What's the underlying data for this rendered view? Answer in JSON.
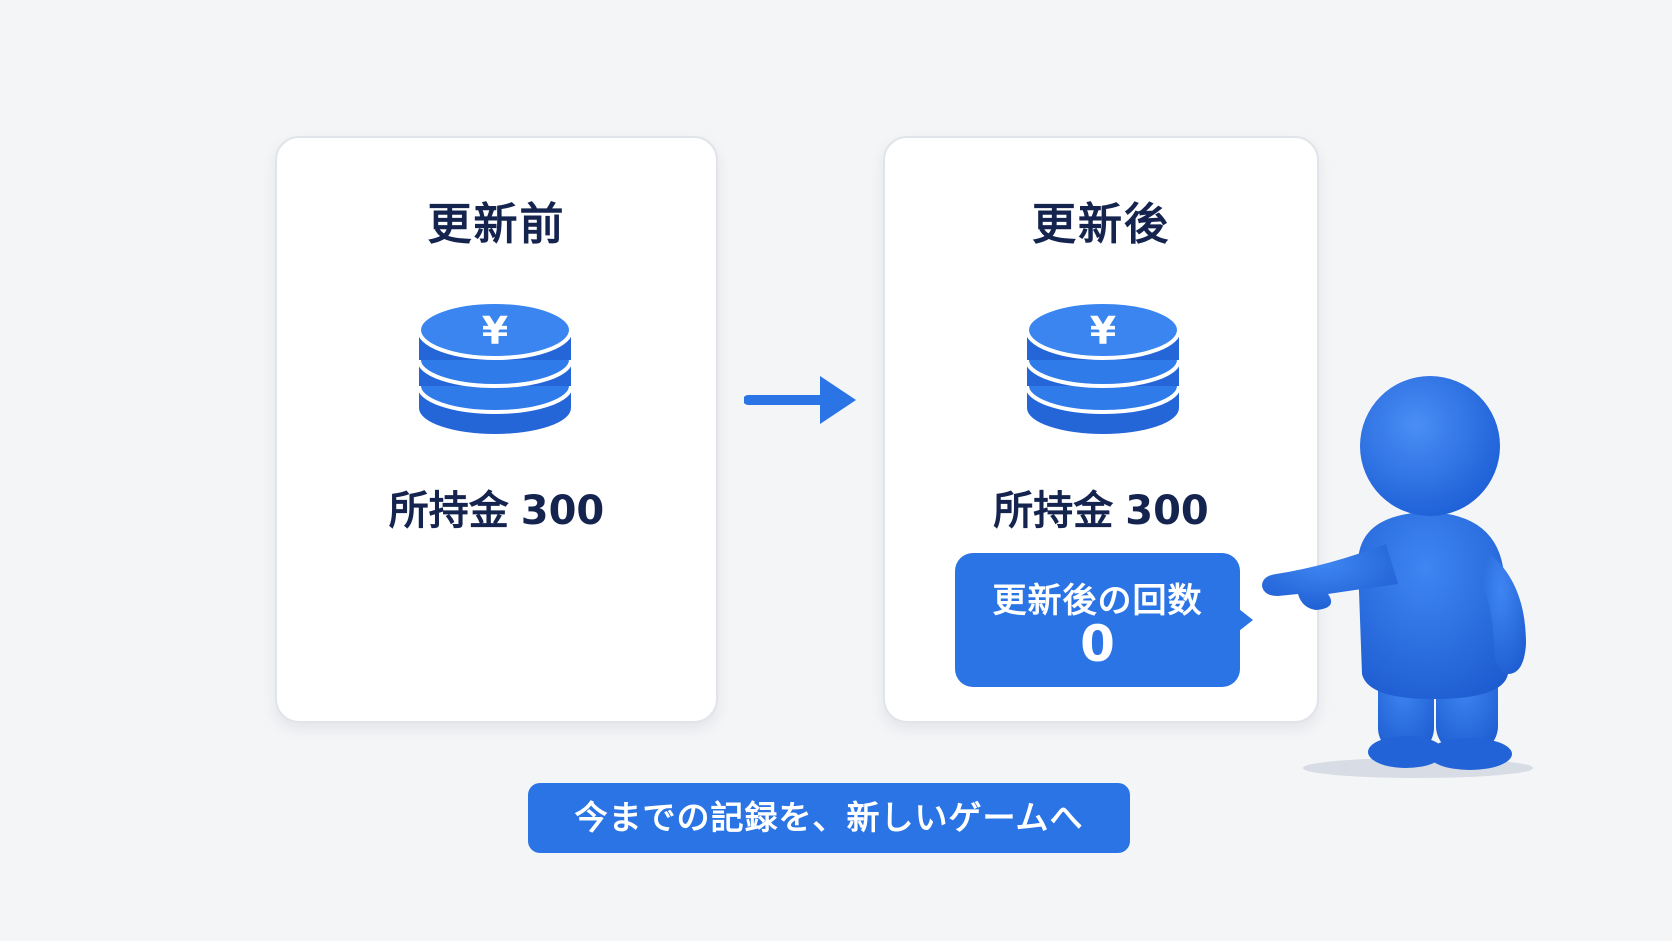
{
  "colors": {
    "accent": "#2a74e6",
    "text_dark": "#15244f",
    "background": "#f4f5f7",
    "card": "#ffffff"
  },
  "before": {
    "title": "更新前",
    "coin_icon": "yen-coin-stack-icon",
    "money_label": "所持金",
    "money_value": "300"
  },
  "after": {
    "title": "更新後",
    "coin_icon": "yen-coin-stack-icon",
    "money_label": "所持金",
    "money_value": "300",
    "count_label": "更新後の回数",
    "count_value": "0"
  },
  "transition_icon": "arrow-right-icon",
  "mascot": "pointing-figure",
  "caption": "今までの記録を、新しいゲームへ"
}
